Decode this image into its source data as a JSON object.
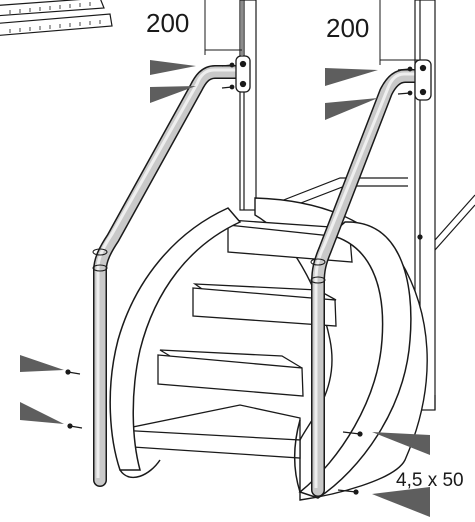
{
  "diagram": {
    "dimension_left": "200",
    "dimension_right": "200",
    "screw_size": "4,5 x 50"
  },
  "colors": {
    "line": "#1a1a1a",
    "rail_fill": "#c9c9c9",
    "rail_shadow": "#9a9a9a",
    "arrow_fill": "#5e5e5e",
    "panel_fill": "#ffffff",
    "step_fill": "#ffffff"
  },
  "icons": [
    "folding-ruler-icon",
    "wall-mount-bracket",
    "screw",
    "direction-arrow"
  ]
}
